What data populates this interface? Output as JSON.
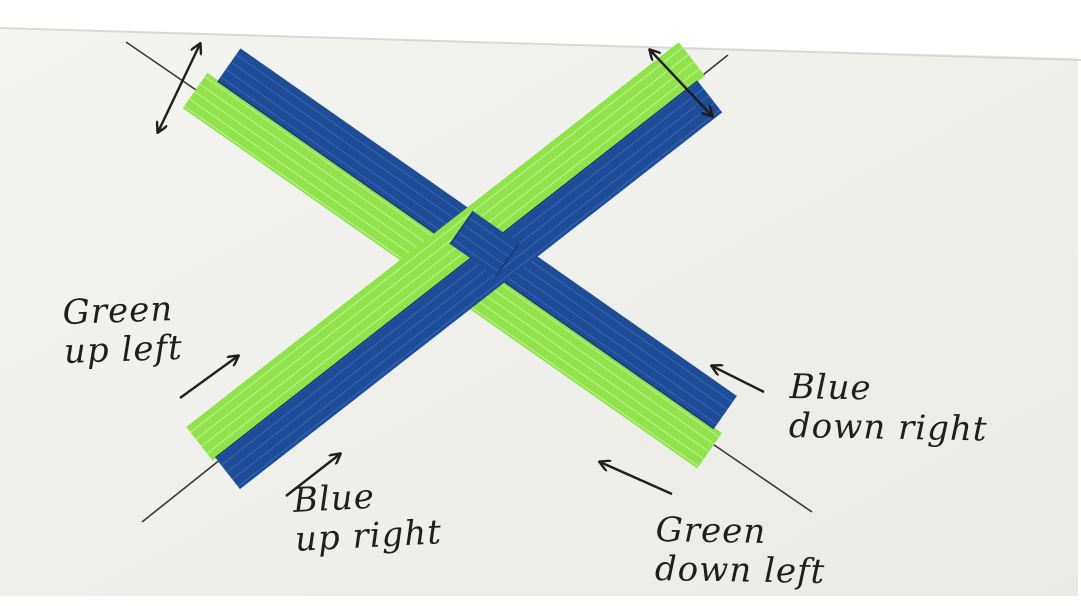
{
  "photo": {
    "subject": "x-shaped crossing of green and blue tape strips on paper",
    "labels": {
      "green_up_left": "Green\nup left",
      "blue_up_right": "Blue\nup right",
      "blue_down_right": "Blue\ndown right",
      "green_down_left": "Green\ndown left"
    },
    "colors": {
      "paper": "#f1f1ee",
      "paper_shadow": "#e3e3df",
      "green_tape": "#8fe24a",
      "green_tape_dark": "#6fc535",
      "blue_tape": "#1f4c96",
      "blue_tape_dark": "#153a78",
      "ink": "#1e1e1e"
    }
  }
}
